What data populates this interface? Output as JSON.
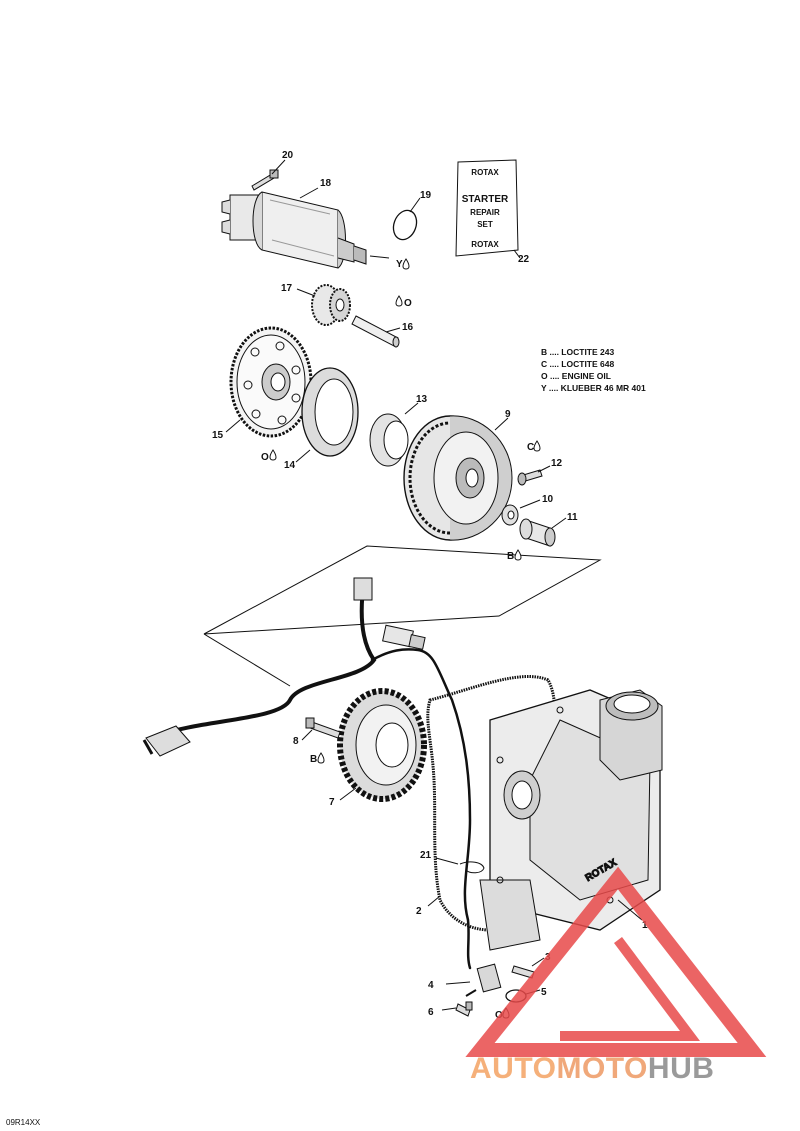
{
  "callouts": [
    {
      "id": "c1",
      "text": "1"
    },
    {
      "id": "c2",
      "text": "2"
    },
    {
      "id": "c3",
      "text": "3"
    },
    {
      "id": "c4",
      "text": "4"
    },
    {
      "id": "c5",
      "text": "5"
    },
    {
      "id": "c6",
      "text": "6"
    },
    {
      "id": "c7",
      "text": "7"
    },
    {
      "id": "c8",
      "text": "8"
    },
    {
      "id": "c9",
      "text": "9"
    },
    {
      "id": "c10",
      "text": "10"
    },
    {
      "id": "c11",
      "text": "11"
    },
    {
      "id": "c12",
      "text": "12"
    },
    {
      "id": "c13",
      "text": "13"
    },
    {
      "id": "c14",
      "text": "14"
    },
    {
      "id": "c15",
      "text": "15"
    },
    {
      "id": "c16",
      "text": "16"
    },
    {
      "id": "c17",
      "text": "17"
    },
    {
      "id": "c18",
      "text": "18"
    },
    {
      "id": "c19",
      "text": "19"
    },
    {
      "id": "c20",
      "text": "20"
    },
    {
      "id": "c21",
      "text": "21"
    },
    {
      "id": "c22",
      "text": "22"
    }
  ],
  "fluid_marks": {
    "y_18": "Y",
    "o_16": "O",
    "o_15": "O",
    "c_12": "C",
    "b_11": "B",
    "b_8": "B",
    "o_5": "O"
  },
  "legend": [
    "B .... LOCTITE 243",
    "C .... LOCTITE 648",
    "O .... ENGINE OIL",
    "Y .... KLUEBER  46 MR 401"
  ],
  "kit_card": {
    "brand_top": "ROTAX",
    "line1": "STARTER",
    "line2": "REPAIR",
    "line3": "SET",
    "brand_bottom": "ROTAX"
  },
  "cover_logo": "ROTAX",
  "watermark": {
    "part1": "AUTO",
    "part2": "MOTO",
    "part3": "HUB"
  },
  "image_code": "09R14XX",
  "colors": {
    "line": "#111111",
    "watermark_red": "#e84a4a",
    "watermark_orange": "#f5b07a",
    "watermark_gray": "#9a9a9a"
  }
}
